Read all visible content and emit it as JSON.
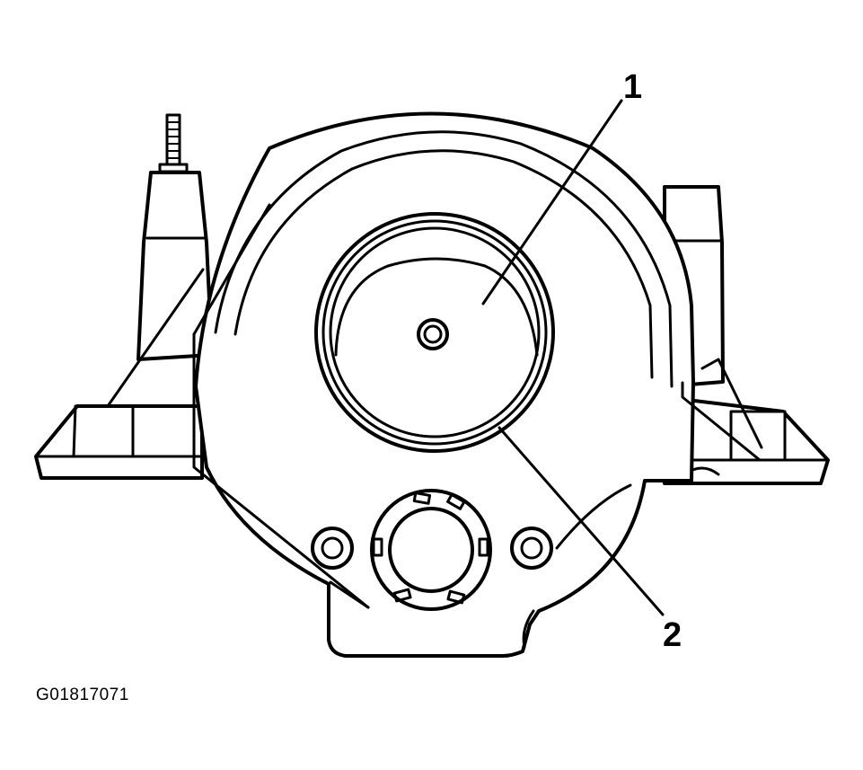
{
  "diagram": {
    "callouts": [
      {
        "id": "1",
        "label": "1"
      },
      {
        "id": "2",
        "label": "2"
      }
    ],
    "figure_id": "G01817071",
    "colors": {
      "line": "#000000",
      "background": "#ffffff"
    }
  }
}
